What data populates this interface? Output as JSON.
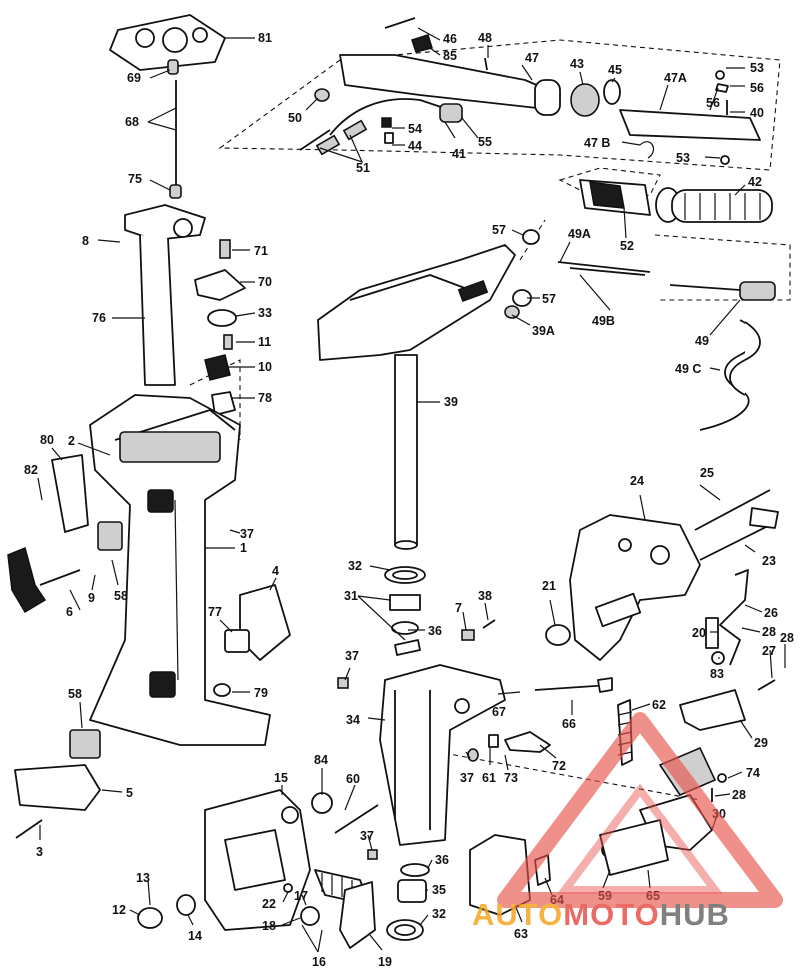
{
  "diagram": {
    "callouts": [
      {
        "id": "c81",
        "label": "81"
      },
      {
        "id": "c69",
        "label": "69"
      },
      {
        "id": "c68",
        "label": "68"
      },
      {
        "id": "c75",
        "label": "75"
      },
      {
        "id": "c8",
        "label": "8"
      },
      {
        "id": "c71",
        "label": "71"
      },
      {
        "id": "c70",
        "label": "70"
      },
      {
        "id": "c33",
        "label": "33"
      },
      {
        "id": "c76",
        "label": "76"
      },
      {
        "id": "c11",
        "label": "11"
      },
      {
        "id": "c10",
        "label": "10"
      },
      {
        "id": "c78",
        "label": "78"
      },
      {
        "id": "c80",
        "label": "80"
      },
      {
        "id": "c2",
        "label": "2"
      },
      {
        "id": "c82",
        "label": "82"
      },
      {
        "id": "c37a",
        "label": "37"
      },
      {
        "id": "c1",
        "label": "1"
      },
      {
        "id": "c9",
        "label": "9"
      },
      {
        "id": "c58a",
        "label": "58"
      },
      {
        "id": "c6",
        "label": "6"
      },
      {
        "id": "c4",
        "label": "4"
      },
      {
        "id": "c77",
        "label": "77"
      },
      {
        "id": "c79",
        "label": "79"
      },
      {
        "id": "c58b",
        "label": "58"
      },
      {
        "id": "c5",
        "label": "5"
      },
      {
        "id": "c3",
        "label": "3"
      },
      {
        "id": "c46",
        "label": "46"
      },
      {
        "id": "c85",
        "label": "85"
      },
      {
        "id": "c48",
        "label": "48"
      },
      {
        "id": "c47",
        "label": "47"
      },
      {
        "id": "c43",
        "label": "43"
      },
      {
        "id": "c45",
        "label": "45"
      },
      {
        "id": "c47A",
        "label": "47A"
      },
      {
        "id": "c53a",
        "label": "53"
      },
      {
        "id": "c56a",
        "label": "56"
      },
      {
        "id": "c56b",
        "label": "56"
      },
      {
        "id": "c40",
        "label": "40"
      },
      {
        "id": "c50",
        "label": "50"
      },
      {
        "id": "c54",
        "label": "54"
      },
      {
        "id": "c44",
        "label": "44"
      },
      {
        "id": "c51",
        "label": "51"
      },
      {
        "id": "c41",
        "label": "41"
      },
      {
        "id": "c55",
        "label": "55"
      },
      {
        "id": "c47B",
        "label": "47 B"
      },
      {
        "id": "c53b",
        "label": "53"
      },
      {
        "id": "c42",
        "label": "42"
      },
      {
        "id": "c52",
        "label": "52"
      },
      {
        "id": "c57a",
        "label": "57"
      },
      {
        "id": "c49A",
        "label": "49A"
      },
      {
        "id": "c57b",
        "label": "57"
      },
      {
        "id": "c39A",
        "label": "39A"
      },
      {
        "id": "c49B",
        "label": "49B"
      },
      {
        "id": "c49",
        "label": "49"
      },
      {
        "id": "c49C",
        "label": "49 C"
      },
      {
        "id": "c39",
        "label": "39"
      },
      {
        "id": "c32a",
        "label": "32"
      },
      {
        "id": "c31",
        "label": "31"
      },
      {
        "id": "c36a",
        "label": "36"
      },
      {
        "id": "c7",
        "label": "7"
      },
      {
        "id": "c38",
        "label": "38"
      },
      {
        "id": "c24",
        "label": "24"
      },
      {
        "id": "c25",
        "label": "25"
      },
      {
        "id": "c23",
        "label": "23"
      },
      {
        "id": "c21",
        "label": "21"
      },
      {
        "id": "c26",
        "label": "26"
      },
      {
        "id": "c28a",
        "label": "28"
      },
      {
        "id": "c20",
        "label": "20"
      },
      {
        "id": "c83",
        "label": "83"
      },
      {
        "id": "c28b",
        "label": "28"
      },
      {
        "id": "c27",
        "label": "27"
      },
      {
        "id": "c37b",
        "label": "37"
      },
      {
        "id": "c34",
        "label": "34"
      },
      {
        "id": "c67",
        "label": "67"
      },
      {
        "id": "c66",
        "label": "66"
      },
      {
        "id": "c62",
        "label": "62"
      },
      {
        "id": "c29",
        "label": "29"
      },
      {
        "id": "c37c",
        "label": "37"
      },
      {
        "id": "c61",
        "label": "61"
      },
      {
        "id": "c73",
        "label": "73"
      },
      {
        "id": "c72",
        "label": "72"
      },
      {
        "id": "c74",
        "label": "74"
      },
      {
        "id": "c28c",
        "label": "28"
      },
      {
        "id": "c30",
        "label": "30"
      },
      {
        "id": "c84",
        "label": "84"
      },
      {
        "id": "c15",
        "label": "15"
      },
      {
        "id": "c60",
        "label": "60"
      },
      {
        "id": "c37d",
        "label": "37"
      },
      {
        "id": "c36b",
        "label": "36"
      },
      {
        "id": "c35",
        "label": "35"
      },
      {
        "id": "c32b",
        "label": "32"
      },
      {
        "id": "c13",
        "label": "13"
      },
      {
        "id": "c12",
        "label": "12"
      },
      {
        "id": "c14",
        "label": "14"
      },
      {
        "id": "c22",
        "label": "22"
      },
      {
        "id": "c17",
        "label": "17"
      },
      {
        "id": "c18",
        "label": "18"
      },
      {
        "id": "c16",
        "label": "16"
      },
      {
        "id": "c19",
        "label": "19"
      },
      {
        "id": "c63",
        "label": "63"
      },
      {
        "id": "c64",
        "label": "64"
      },
      {
        "id": "c59",
        "label": "59"
      },
      {
        "id": "c65",
        "label": "65"
      }
    ]
  },
  "watermark": {
    "part1": "AUTO",
    "part2": "MOTO",
    "part3": "HUB",
    "colors": {
      "orange": "#f5a623",
      "red": "#e8524a",
      "grey": "#6b6b6b"
    }
  }
}
